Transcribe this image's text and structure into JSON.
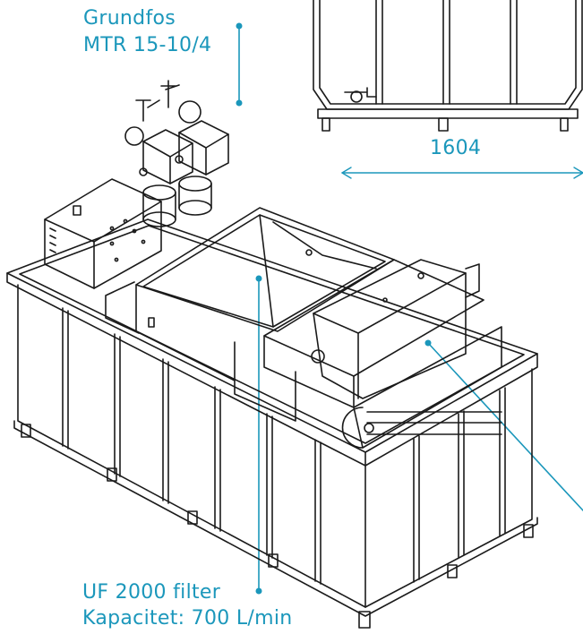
{
  "labels": {
    "pump_line1": "Grundfos",
    "pump_line2": "MTR 15-10/4",
    "dimension": "1604",
    "filter_line1": "UF 2000 filter",
    "filter_line2": "Kapacitet: 700 L/min"
  },
  "colors": {
    "accent": "#1b97bb",
    "line": "#1a1a1a",
    "background": "#ffffff"
  }
}
